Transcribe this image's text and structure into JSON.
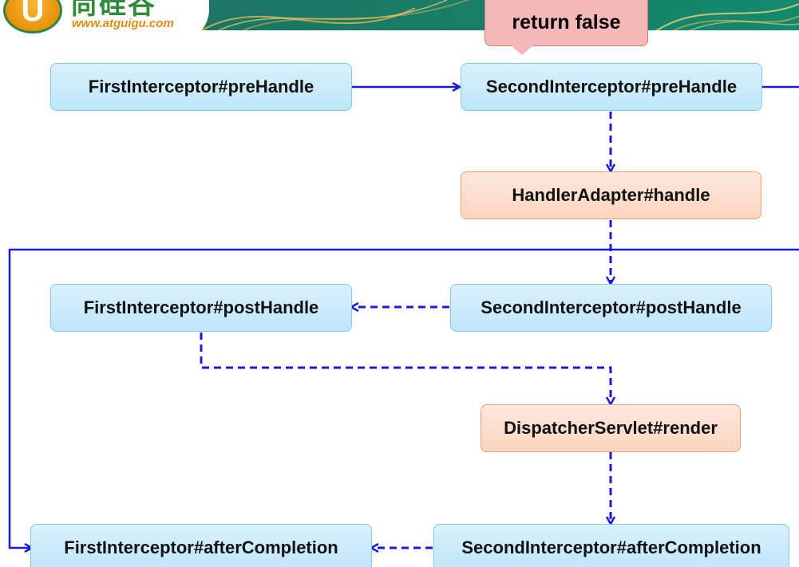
{
  "branding": {
    "logo_letter": "U",
    "logo_name": "尚硅谷",
    "logo_url": "www.atguigu.com"
  },
  "callout": {
    "text": "return false"
  },
  "nodes": {
    "first_prehandle": "FirstInterceptor#preHandle",
    "second_prehandle": "SecondInterceptor#preHandle",
    "handler_adapter": "HandlerAdapter#handle",
    "first_posthandle": "FirstInterceptor#postHandle",
    "second_posthandle": "SecondInterceptor#postHandle",
    "dispatcher_render": "DispatcherServlet#render",
    "first_aftercompletion": "FirstInterceptor#afterCompletion",
    "second_aftercompletion": "SecondInterceptor#afterCompletion"
  },
  "colors": {
    "connector": "#1a1adc",
    "interceptor_box": "#c8ebfb",
    "handler_box": "#fcdcca",
    "callout_box": "#f5b8b8"
  }
}
